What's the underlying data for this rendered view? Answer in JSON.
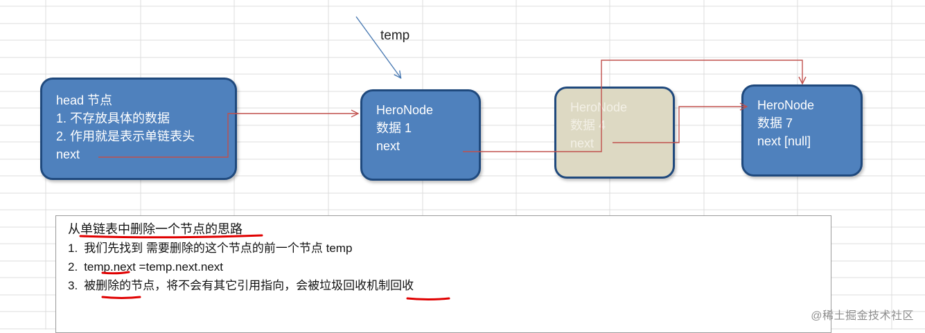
{
  "head_node": {
    "title": "head 节点",
    "line1": "1. 不存放具体的数据",
    "line2": "2. 作用就是表示单链表头",
    "next": "next"
  },
  "nodes": [
    {
      "name": "HeroNode",
      "data": "数据 1",
      "next": "next"
    },
    {
      "name": "HeroNode",
      "data": "数据 4",
      "next": "next"
    },
    {
      "name": "HeroNode",
      "data": "数据 7",
      "next": "next [null]"
    }
  ],
  "pointer": {
    "label": "temp"
  },
  "notes": {
    "title": "从单链表中删除一个节点的思路",
    "steps": [
      {
        "num": "1.",
        "text": "我们先找到 需要删除的这个节点的前一个节点 temp"
      },
      {
        "num": "2.",
        "text": "temp.next =temp.next.next"
      },
      {
        "num": "3.",
        "text": "被删除的节点，将不会有其它引用指向，会被垃圾回收机制回收"
      }
    ]
  },
  "watermark": "@稀土掘金技术社区",
  "colors": {
    "node_fill": "#4f81bd",
    "node_border": "#1f497d",
    "deleted_node_fill": "#ddd9c3",
    "arrow": "#c0504d",
    "underline": "#e00000",
    "pointer_arrow": "#4a7ab3"
  }
}
